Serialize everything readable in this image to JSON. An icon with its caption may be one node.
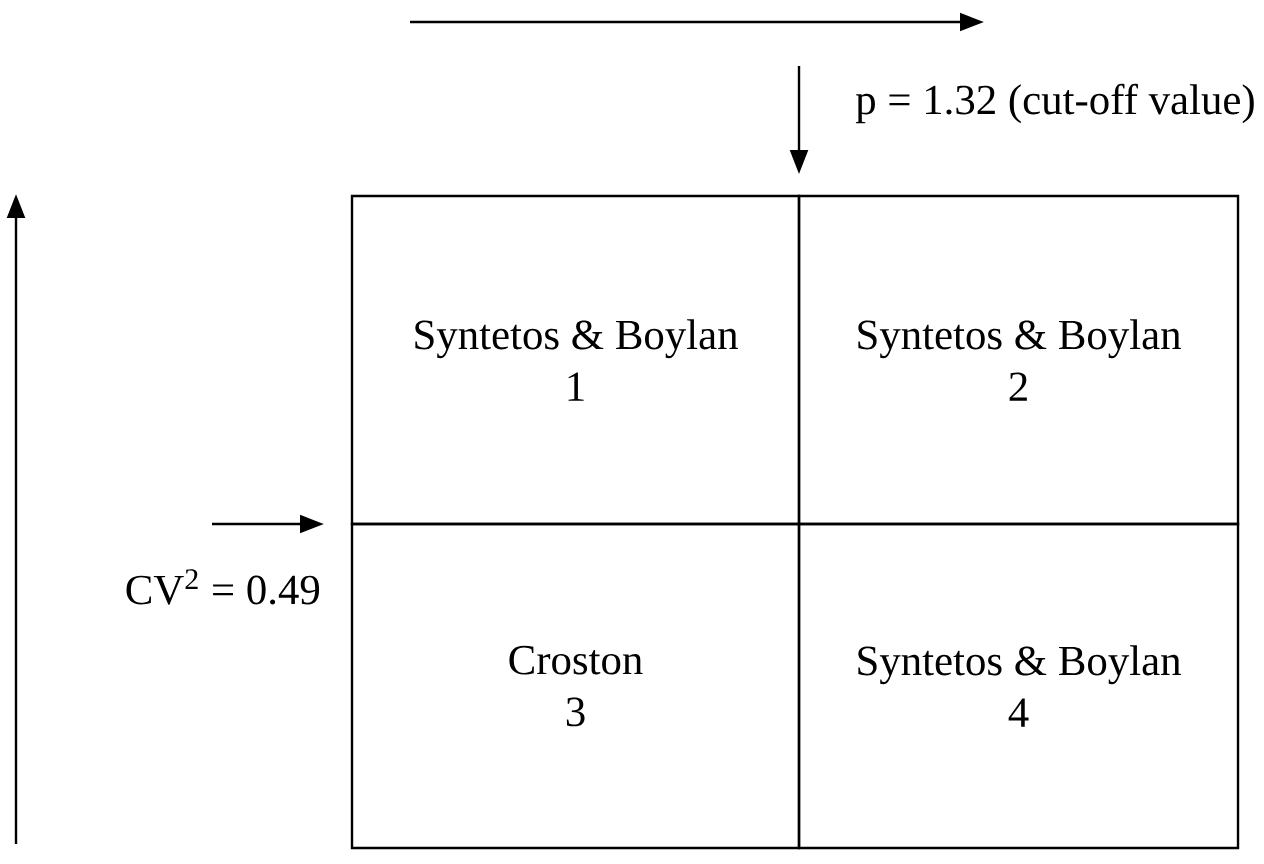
{
  "diagram": {
    "nodes": [
      {
        "text": [
          "Syntetos & Boylan",
          "1"
        ]
      },
      {
        "text": [
          "Syntetos & Boylan",
          "2"
        ]
      },
      {
        "text": [
          "Croston",
          "3"
        ]
      },
      {
        "text": [
          "Syntetos & Boylan",
          "4"
        ]
      }
    ],
    "labels": [
      "p = 1.32 (cut-off value)",
      "CV$^{2}$ = 0.49"
    ]
  }
}
